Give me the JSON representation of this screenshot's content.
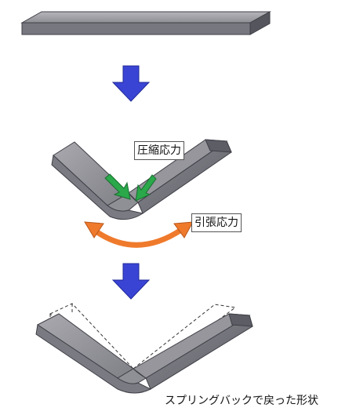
{
  "labels": {
    "compressive_stress": "圧縮応力",
    "tensile_stress": "引張応力",
    "caption": "スプリングバックで戻った形状"
  },
  "colors": {
    "plate_top": "#9c9ca2",
    "plate_front": "#6d6d75",
    "plate_edge": "#3f3f47",
    "down_arrow": "#3a44d4",
    "compress_arrow": "#2aa84a",
    "tension_arrow": "#ef7a2c"
  },
  "icons": [
    "down-arrow-icon",
    "compress-arrow-icon",
    "tension-arrow-icon"
  ]
}
